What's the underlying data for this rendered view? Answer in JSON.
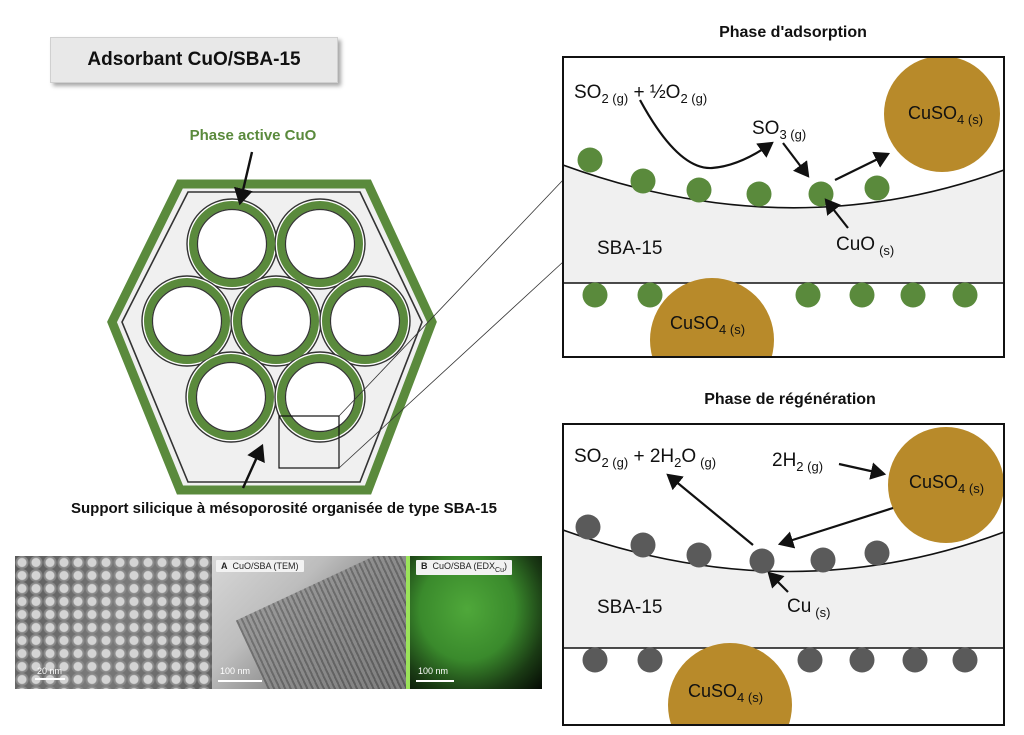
{
  "title": "Adsorbant CuO/SBA-15",
  "left": {
    "active_phase_label": "Phase active CuO",
    "support_label": "Support silicique à mésoporosité organisée de type SBA-15"
  },
  "adsorption": {
    "heading": "Phase d'adsorption",
    "reactant": "SO",
    "reactant_sub": "2 (g)",
    "plus_o2": " + ½O",
    "o2_sub": "2 (g)",
    "so3": "SO",
    "so3_sub": "3 (g)",
    "cuso4": "CuSO",
    "cuso4_sub": "4 (s)",
    "sba": "SBA-15",
    "cuo": "CuO",
    "cuo_sub": "(s)",
    "cuso4_bottom": "CuSO",
    "cuso4_bottom_sub": "4 (s)"
  },
  "regeneration": {
    "heading": "Phase de régénération",
    "product_so2": "SO",
    "product_so2_sub": "2 (g)",
    "plus_h2o": " + 2H",
    "h2o_sub1": "2",
    "h2o_o": "O",
    "h2o_sub2": "(g)",
    "h2": "2H",
    "h2_sub": "2 (g)",
    "cuso4": "CuSO",
    "cuso4_sub": "4 (s)",
    "sba": "SBA-15",
    "cu": "Cu",
    "cu_sub": "(s)",
    "cuso4_bottom": "CuSO",
    "cuso4_bottom_sub": "4 (s)"
  },
  "micrographs": {
    "left_scale": "20 nm",
    "middle_label_letter": "A",
    "middle_label": "CuO/SBA (TEM)",
    "middle_scale": "100 nm",
    "right_label_letter": "B",
    "right_label": "CuO/SBA (EDX",
    "right_label_sub": "Cu",
    "right_label_end": ")",
    "right_scale": "100 nm"
  },
  "colors": {
    "green": "#5a8a3c",
    "gold": "#b88a2a",
    "grey_particle": "#5a5a5a",
    "support": "#f0f0f0"
  }
}
